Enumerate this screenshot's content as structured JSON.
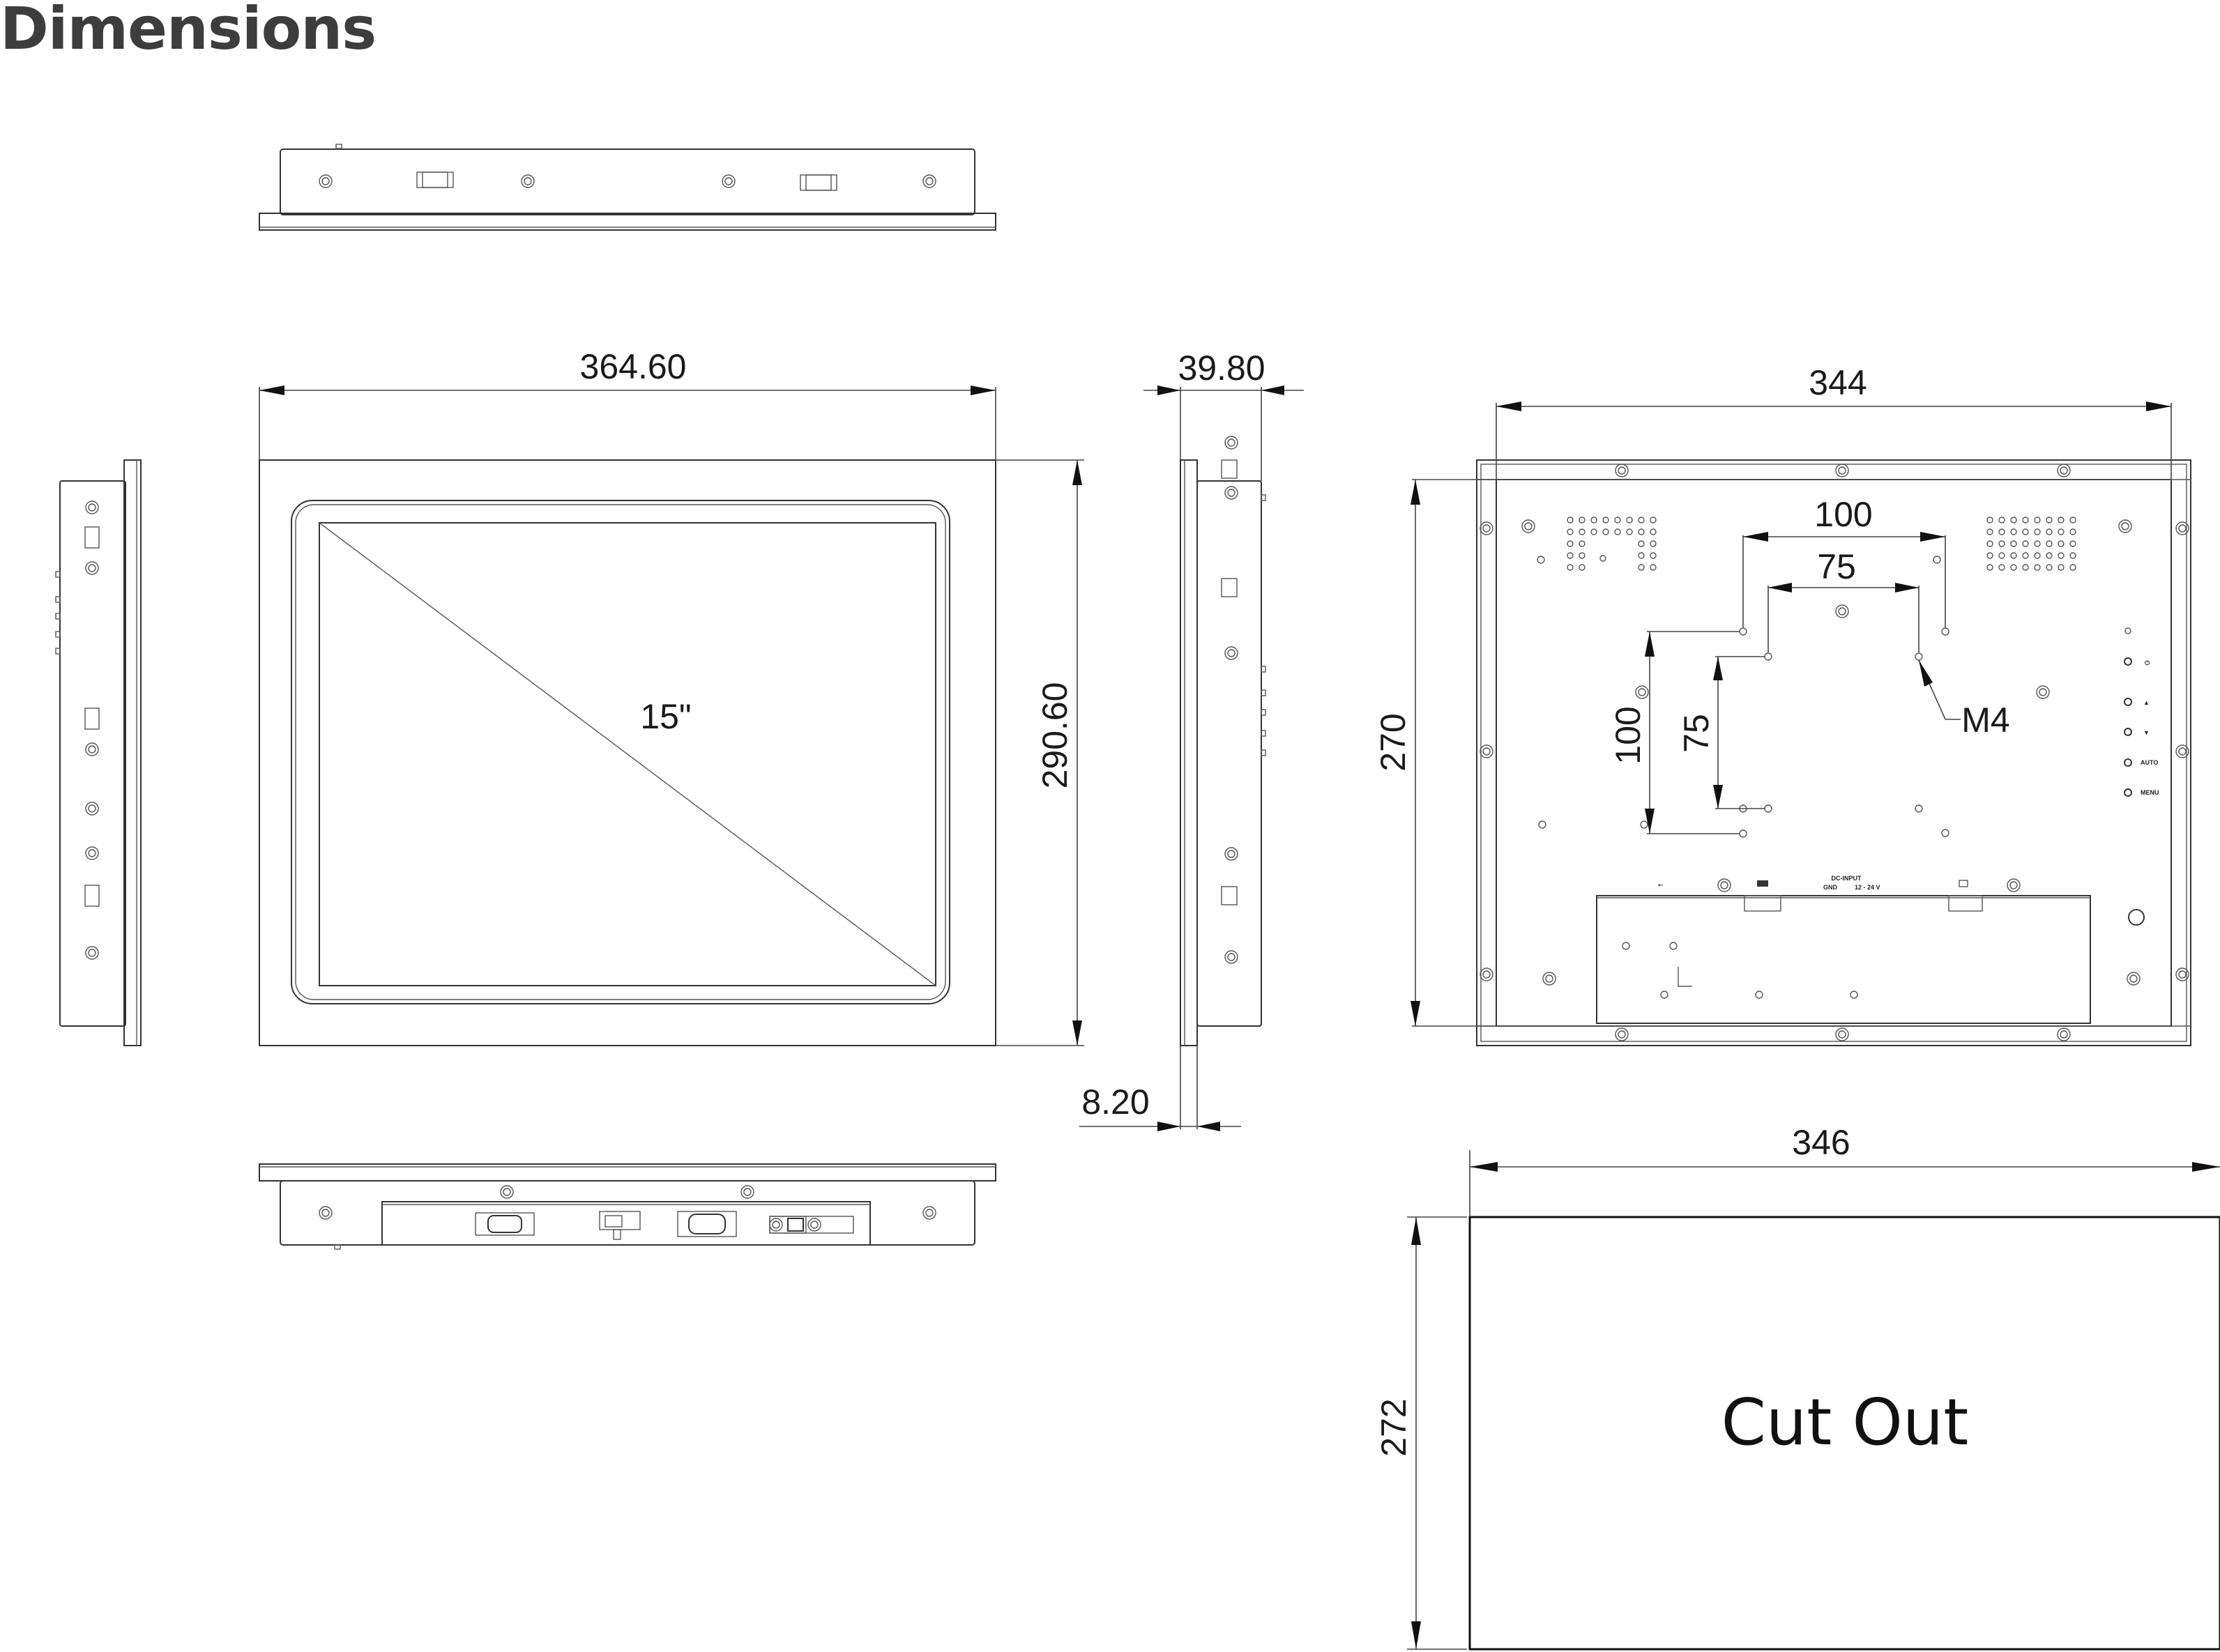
{
  "page": {
    "title": "Dimensions"
  },
  "front_view": {
    "screen_size_label": "15\"",
    "width_label": "364.60",
    "height_label": "290.60"
  },
  "side_view": {
    "depth_label": "39.80",
    "bezel_label": "8.20"
  },
  "rear_view": {
    "width_label": "344",
    "height_label": "270",
    "vesa_outer_h_label": "100",
    "vesa_inner_h_label": "75",
    "vesa_outer_v_label": "100",
    "vesa_inner_v_label": "75",
    "screw_label": "M4",
    "port_labels": {
      "dc_input": "DC-INPUT",
      "gnd": "GND",
      "voltage": "12 - 24 V"
    },
    "button_labels": [
      "AUTO",
      "MENU"
    ]
  },
  "cutout": {
    "label": "Cut Out",
    "width_label": "346",
    "height_label": "272"
  },
  "colors": {
    "line": "#333333",
    "title": "#3d3d3d",
    "background": "#ffffff"
  }
}
